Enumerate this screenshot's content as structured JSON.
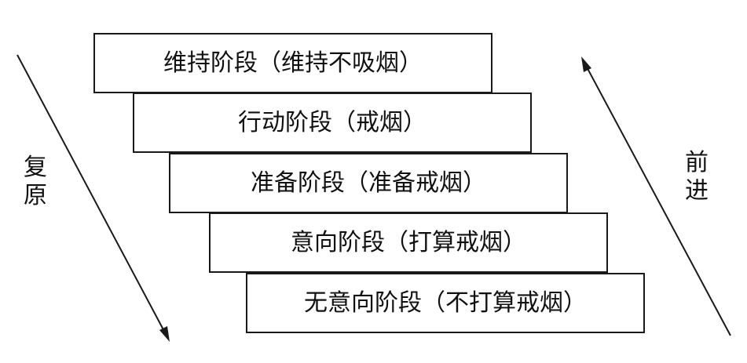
{
  "stages": [
    {
      "label": "维持阶段（维持不吸烟）"
    },
    {
      "label": "行动阶段（戒烟）"
    },
    {
      "label": "准备阶段（准备戒烟）"
    },
    {
      "label": "意向阶段（打算戒烟）"
    },
    {
      "label": "无意向阶段（不打算戒烟）"
    }
  ],
  "relapse": {
    "char1": "复",
    "char2": "原"
  },
  "progress": {
    "char1": "前",
    "char2": "进"
  }
}
